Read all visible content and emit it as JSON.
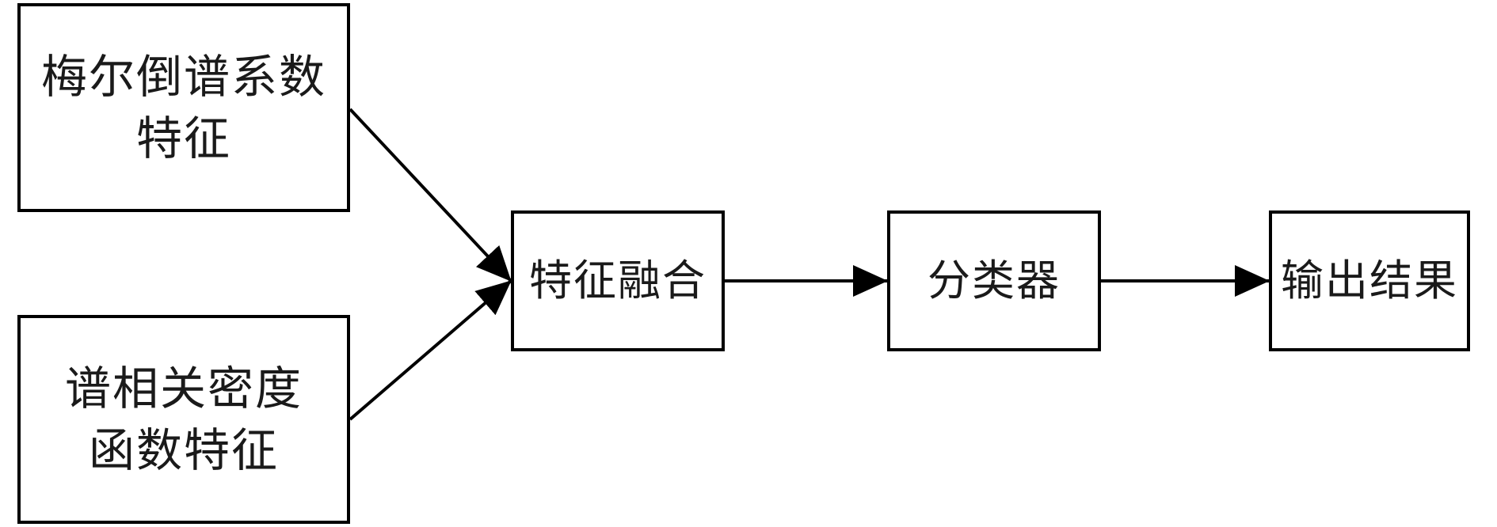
{
  "diagram": {
    "nodes": {
      "mfcc": {
        "line1": "梅尔倒谱系数",
        "line2": "特征"
      },
      "scd": {
        "line1": "谱相关密度",
        "line2": "函数特征"
      },
      "fusion": {
        "label": "特征融合"
      },
      "classifier": {
        "label": "分类器"
      },
      "output": {
        "label": "输出结果"
      }
    },
    "edges": [
      {
        "from": "mfcc",
        "to": "fusion"
      },
      {
        "from": "scd",
        "to": "fusion"
      },
      {
        "from": "fusion",
        "to": "classifier"
      },
      {
        "from": "classifier",
        "to": "output"
      }
    ],
    "colors": {
      "stroke": "#000000",
      "text": "#1a1a1a",
      "background": "#ffffff"
    }
  }
}
